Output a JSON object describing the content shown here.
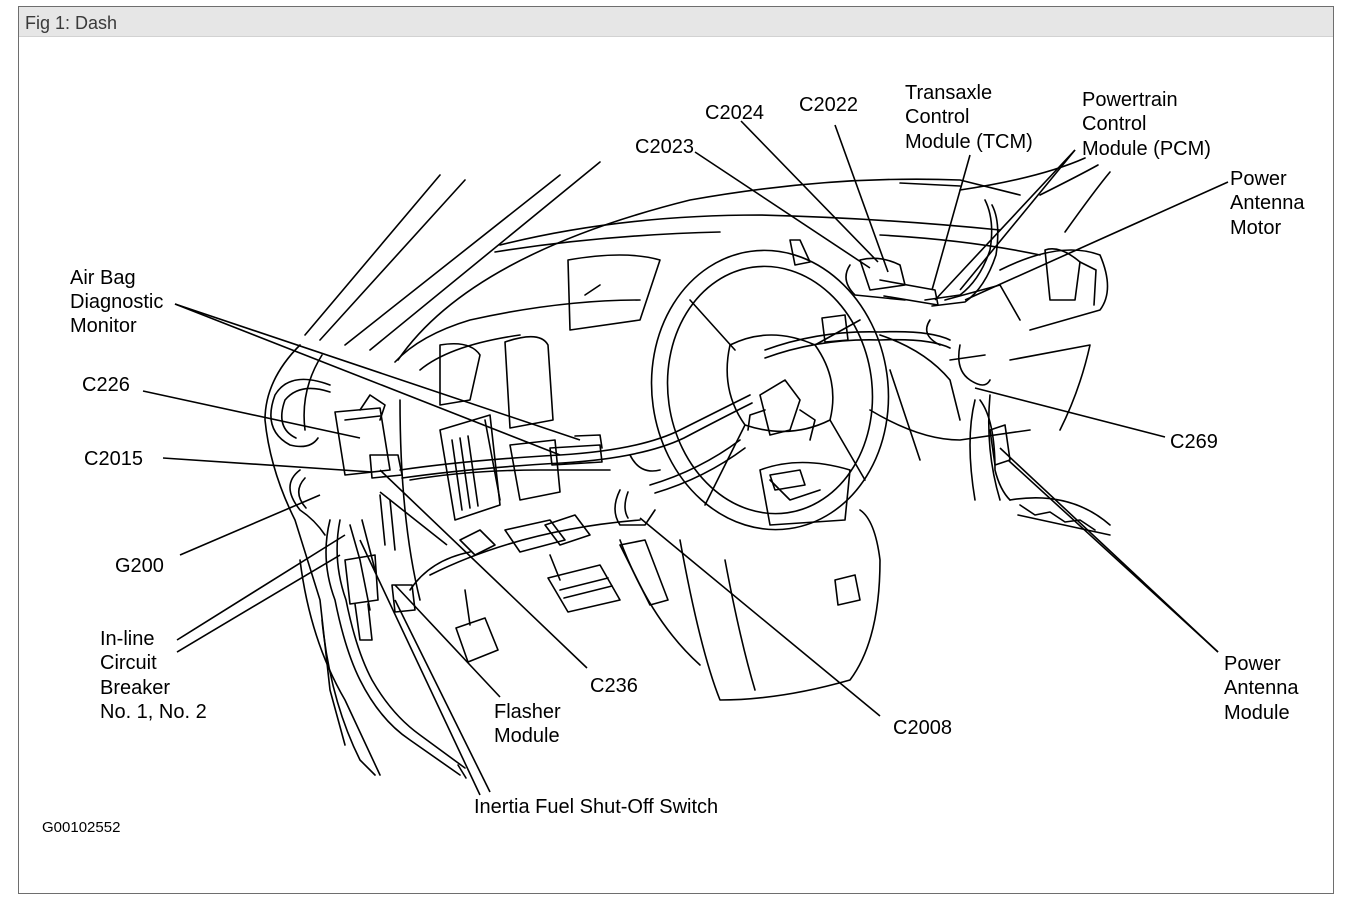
{
  "figure": {
    "caption": "Fig 1: Dash",
    "code": "G00102552"
  },
  "labels": {
    "air_bag_monitor": [
      "Air Bag",
      "Diagnostic",
      "Monitor"
    ],
    "c226": "C226",
    "c2015": "C2015",
    "g200": "G200",
    "circuit_breaker": [
      "In-line",
      "Circuit",
      "Breaker",
      "No. 1, No. 2"
    ],
    "flasher_module": [
      "Flasher",
      "Module"
    ],
    "c236": "C236",
    "inertia_switch": "Inertia Fuel Shut-Off Switch",
    "c2008": "C2008",
    "c2023": "C2023",
    "c2024": "C2024",
    "c2022": "C2022",
    "tcm": [
      "Transaxle",
      "Control",
      "Module (TCM)"
    ],
    "pcm": [
      "Powertrain",
      "Control",
      "Module (PCM)"
    ],
    "power_antenna_motor": [
      "Power",
      "Antenna",
      "Motor"
    ],
    "c269": "C269",
    "power_antenna_module": [
      "Power",
      "Antenna",
      "Module"
    ]
  }
}
